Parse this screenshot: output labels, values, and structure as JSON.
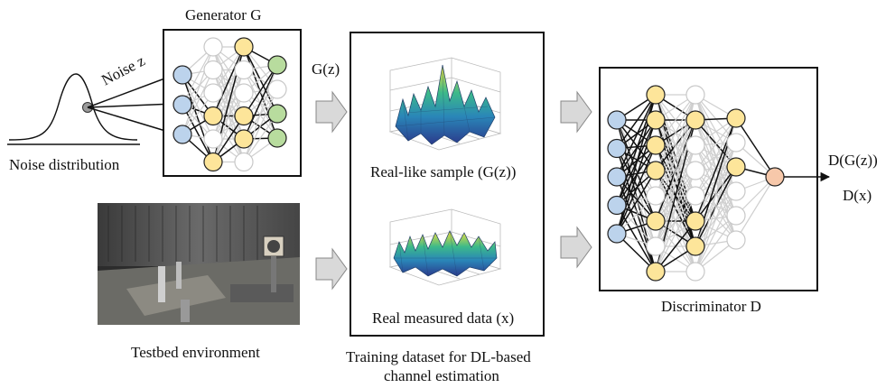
{
  "generator": {
    "title": "Generator G"
  },
  "noise": {
    "label": "Noise z",
    "distribution_label": "Noise distribution"
  },
  "gz_label": "G(z)",
  "dataset": {
    "sample_label": "Real-like sample (G(z))",
    "real_label": "Real measured data (x)",
    "caption_line1": "Training dataset for DL-based",
    "caption_line2": "channel estimation"
  },
  "testbed": {
    "label": "Testbed environment"
  },
  "discriminator": {
    "title": "Discriminator D"
  },
  "outputs": {
    "dgz": "D(G(z))",
    "dx": "D(x)"
  },
  "colors": {
    "input_node": "#bcd3ec",
    "hidden_node": "#fde59a",
    "gen_output_node": "#b8dc9e",
    "disc_output_node": "#f7c8aa",
    "inactive_node": "#ffffff"
  },
  "icons": [
    "bell-curve-icon",
    "surface-plot-icon",
    "testbed-photo",
    "block-arrow-icon"
  ]
}
